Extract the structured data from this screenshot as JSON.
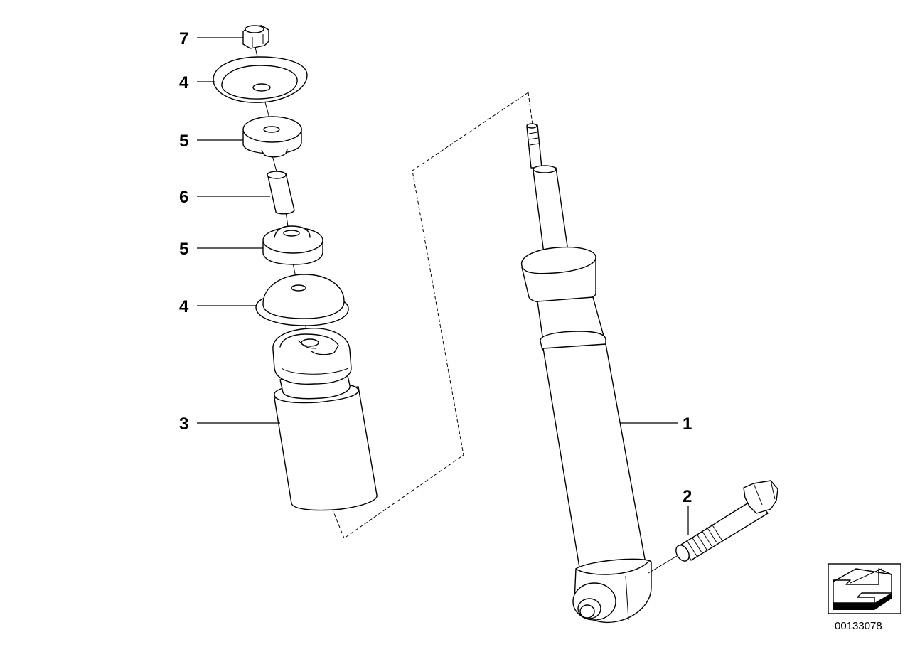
{
  "diagram": {
    "reference_number": "00133078",
    "parts": [
      {
        "id": "p7a",
        "number": "7",
        "description": ""
      },
      {
        "id": "p4a",
        "number": "4",
        "description": ""
      },
      {
        "id": "p5a",
        "number": "5",
        "description": ""
      },
      {
        "id": "p6",
        "number": "6",
        "description": ""
      },
      {
        "id": "p5b",
        "number": "5",
        "description": ""
      },
      {
        "id": "p4b",
        "number": "4",
        "description": ""
      },
      {
        "id": "p3",
        "number": "3",
        "description": ""
      },
      {
        "id": "p1",
        "number": "1",
        "description": ""
      },
      {
        "id": "p2",
        "number": "2",
        "description": ""
      }
    ],
    "icons": {
      "direction_arrow": "arrow-left-down-icon"
    }
  }
}
